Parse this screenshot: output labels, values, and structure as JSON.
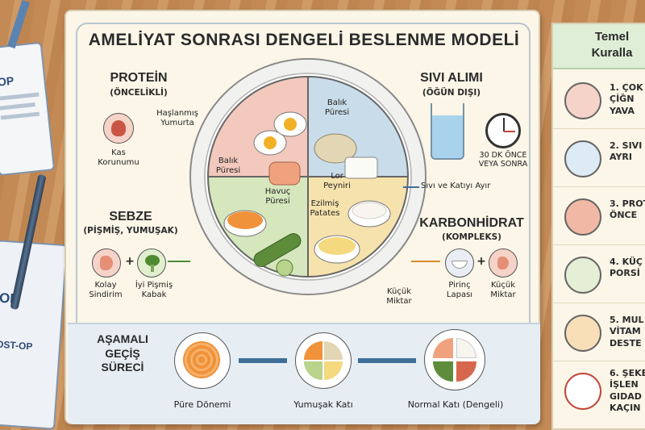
{
  "title": "AMELİYAT SONRASI DENGELİ BESLENME MODELİ",
  "protein": {
    "header": "PROTEİN",
    "sub": "(ÖNCELİKLİ)",
    "egg_label": "Haşlanmış\nYumurta",
    "fish_label": "Balık\nPüresi",
    "icon_label": "Kas\nKorunumu"
  },
  "fluid": {
    "header": "SIVI ALIMI",
    "sub": "(ÖĞÜN DIŞI)",
    "fish_label": "Balık\nPüresi",
    "curd_label": "Lor\nPeyniri",
    "clock_label": "30 DK ÖNCE\nVEYA SONRA",
    "separate_label": "Sıvı ve Katıyı Ayır"
  },
  "vegetable": {
    "header": "SEBZE",
    "sub": "(PİŞMİŞ, YUMUŞAK)",
    "carrot_label": "Havuç\nPüresi",
    "icon1_label": "Kolay\nSindirim",
    "icon2_label": "İyi Pişmiş\nKabak"
  },
  "carb": {
    "header": "KARBONHİDRAT",
    "sub": "(KOMPLEKS)",
    "potato_label": "Ezilmiş\nPatates",
    "small_label": "Küçük\nMiktar",
    "icon1_label": "Pirinç\nLapası",
    "icon2_label": "Küçük\nMiktar",
    "plus": "+"
  },
  "veg_plus": "+",
  "process": {
    "title": "AŞAMALI\nGEÇİŞ\nSÜRECİ",
    "stages": [
      "Püre Dönemi",
      "Yumuşak Katı",
      "Normal Katı (Dengeli)"
    ]
  },
  "rules": {
    "header": "Temel\nKuralla",
    "items": [
      "1. ÇOK\nÇİĞN\nYAVA",
      "2. SIVI\nAYRI",
      "3. PROT\nÖNCE",
      "4. KÜÇ\nPORSİ",
      "5. MUL\nVİTAM\nDESTE",
      "6. ŞEKE\nİŞLEN\nGIDAD\nKAÇIN"
    ]
  },
  "badges": [
    "-OP",
    "OP",
    "OST-OP"
  ],
  "colors": {
    "protein": "#f3c9bd",
    "fluid": "#c9dcea",
    "vegetable": "#d6e6bd",
    "carb": "#f6e2ad",
    "arrow_red": "#c0463a",
    "arrow_blue": "#3f6f98",
    "arrow_green": "#4d8a3a",
    "arrow_orange": "#d98a2b"
  }
}
